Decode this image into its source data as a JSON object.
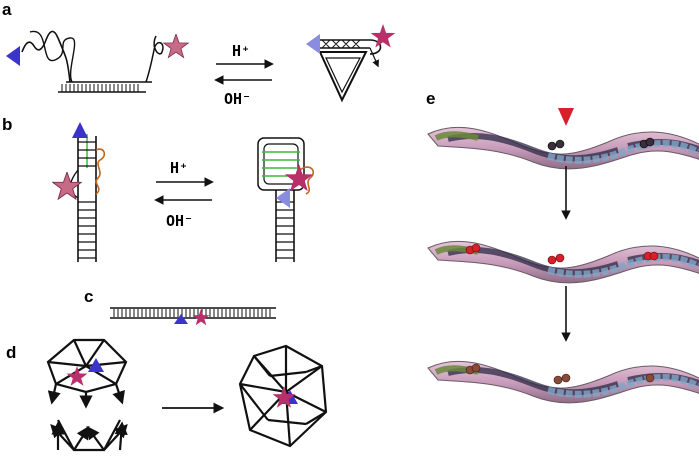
{
  "panels": {
    "a": {
      "label": "a",
      "forward": "H⁺",
      "backward": "OH⁻"
    },
    "b": {
      "label": "b",
      "forward": "H⁺",
      "backward": "OH⁻"
    },
    "c": {
      "label": "c"
    },
    "d": {
      "label": "d"
    },
    "e": {
      "label": "e",
      "worm_count": 3
    }
  },
  "colors": {
    "fluorophore_star": "#b8306a",
    "quencher_triangle": "#3a35c8",
    "star_light": "#c76a86",
    "triangle_light": "#8a8ce0",
    "marker_arrow": "#d8202a",
    "loop": "#c2671c",
    "stem": "#3dba3d",
    "dna": "#111111"
  }
}
